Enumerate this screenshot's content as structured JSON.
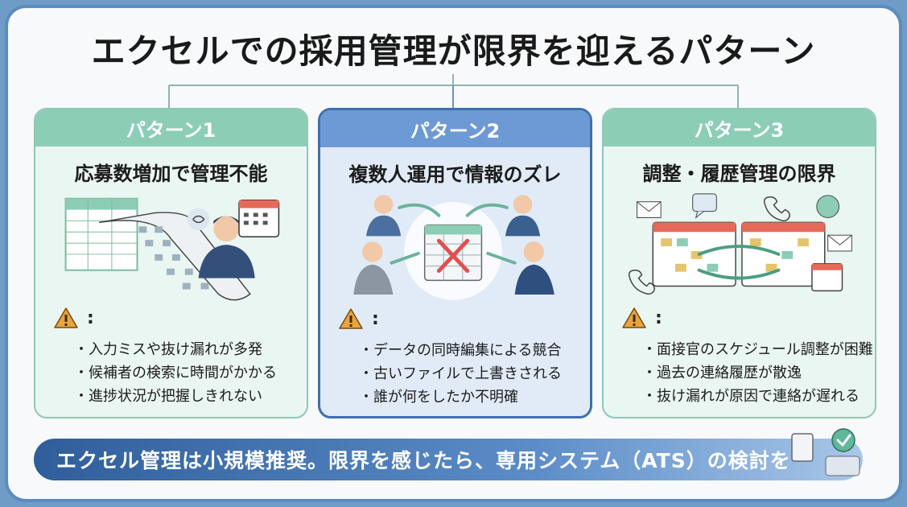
{
  "title": "エクセルでの採用管理が限界を迎えるパターン",
  "patterns": [
    {
      "label": "パターン1",
      "subtitle": "応募数増加で管理不能",
      "warning_colon": ":",
      "issues": [
        "入力ミスや抜け漏れが多発",
        "候補者の検索に時間がかかる",
        "進捗状況が把握しきれない"
      ]
    },
    {
      "label": "パターン2",
      "subtitle": "複数人運用で情報のズレ",
      "warning_colon": ":",
      "issues": [
        "データの同時編集による競合",
        "古いファイルで上書きされる",
        "誰が何をしたか不明確"
      ]
    },
    {
      "label": "パターン3",
      "subtitle": "調整・履歴管理の限界",
      "warning_colon": ":",
      "issues": [
        "面接官のスケジュール調整が困難",
        "過去の連絡履歴が散逸",
        "抜け漏れが原因で連絡が遅れる"
      ]
    }
  ],
  "banner": "エクセル管理は小規模推奨。限界を感じたら、専用システム（ATS）の検討を",
  "icons": {
    "warning": "warning-triangle-icon",
    "spreadsheet": "spreadsheet-icon",
    "calendar": "calendar-icon",
    "person": "person-icon",
    "chat": "chat-bubble-icon",
    "phone": "phone-icon",
    "mail": "mail-icon"
  },
  "colors": {
    "frame": "#5b8cbf",
    "green_header": "#8ccdb6",
    "blue_header": "#6d9ad4",
    "warning": "#e9a43a",
    "banner_start": "#2f5e9b"
  }
}
